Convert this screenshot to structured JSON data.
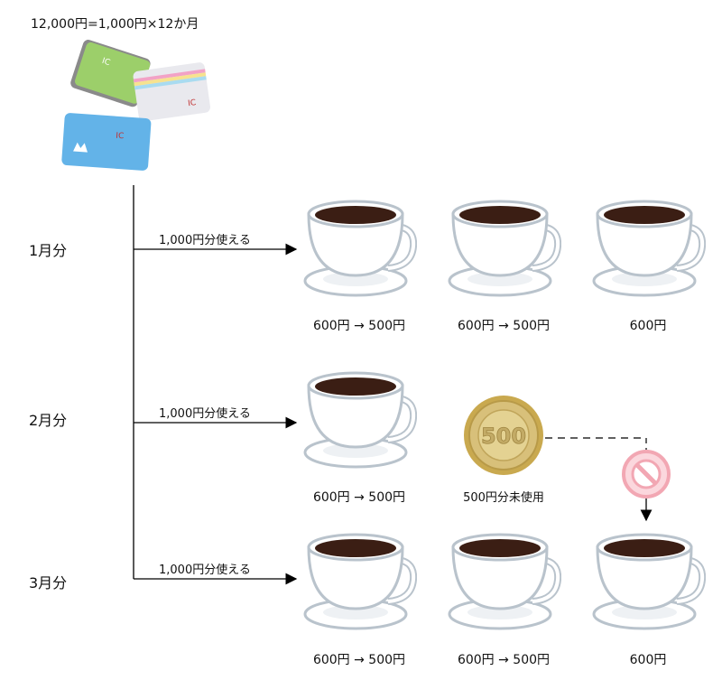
{
  "header": {
    "formula": "12,000円=1,000円×12か月"
  },
  "cards": {
    "ic_label": "IC"
  },
  "months": [
    {
      "label": "1月分",
      "arrow_label": "1,000円分使える",
      "prices": [
        "600円 → 500円",
        "600円 → 500円",
        "600円"
      ]
    },
    {
      "label": "2月分",
      "arrow_label": "1,000円分使える",
      "prices": [
        "600円 → 500円"
      ]
    },
    {
      "label": "3月分",
      "arrow_label": "1,000円分使える",
      "prices": [
        "600円 → 500円",
        "600円 → 500円",
        "600円"
      ]
    }
  ],
  "coin": {
    "value": "500",
    "caption": "500円分未使用"
  },
  "colors": {
    "coffee": "#3b1e14",
    "cup": "#ffffff",
    "cup_outline": "#b9c3cc",
    "coin": "#d8c07a",
    "no_sign": "#f2a7b3"
  }
}
